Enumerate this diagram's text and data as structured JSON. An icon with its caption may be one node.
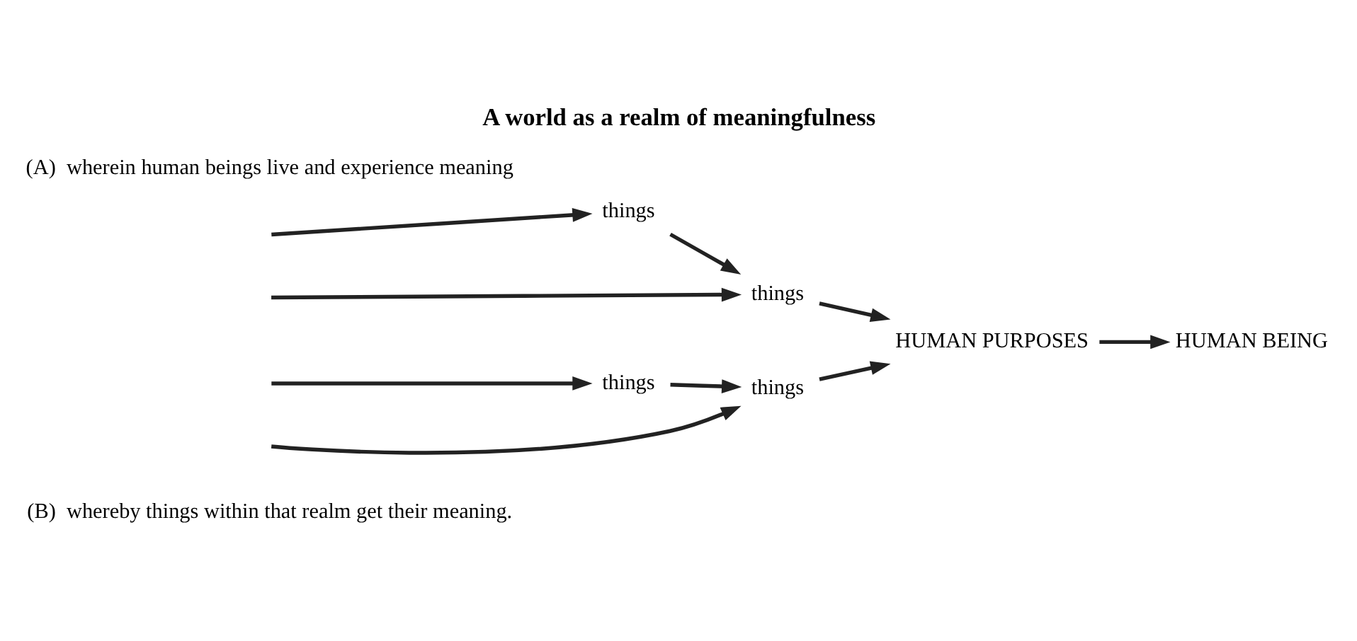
{
  "diagram": {
    "title": "A world as a realm of meaningfulness",
    "nodes": [
      {
        "text": [
          "things"
        ]
      },
      {
        "text": [
          "things"
        ]
      },
      {
        "text": [
          "things"
        ]
      },
      {
        "text": [
          "things"
        ]
      },
      {
        "text": [
          "HUMAN PURPOSES"
        ]
      },
      {
        "text": [
          "HUMAN BEING"
        ]
      }
    ],
    "edges": [
      {
        "from": null,
        "to": 0,
        "arrow": "to"
      },
      {
        "from": null,
        "to": 1,
        "arrow": "to"
      },
      {
        "from": null,
        "to": 2,
        "arrow": "to"
      },
      {
        "from": null,
        "to": 3,
        "arrow": "to"
      },
      {
        "from": 0,
        "to": 1,
        "arrow": "to"
      },
      {
        "from": 2,
        "to": 3,
        "arrow": "to"
      },
      {
        "from": 1,
        "to": 4,
        "arrow": "to"
      },
      {
        "from": 3,
        "to": 4,
        "arrow": "to"
      },
      {
        "from": 4,
        "to": 5,
        "arrow": "to"
      }
    ],
    "labels": [
      "(A)  wherein human beings live and experience meaning",
      "(B)  whereby things within that realm get their meaning."
    ]
  }
}
